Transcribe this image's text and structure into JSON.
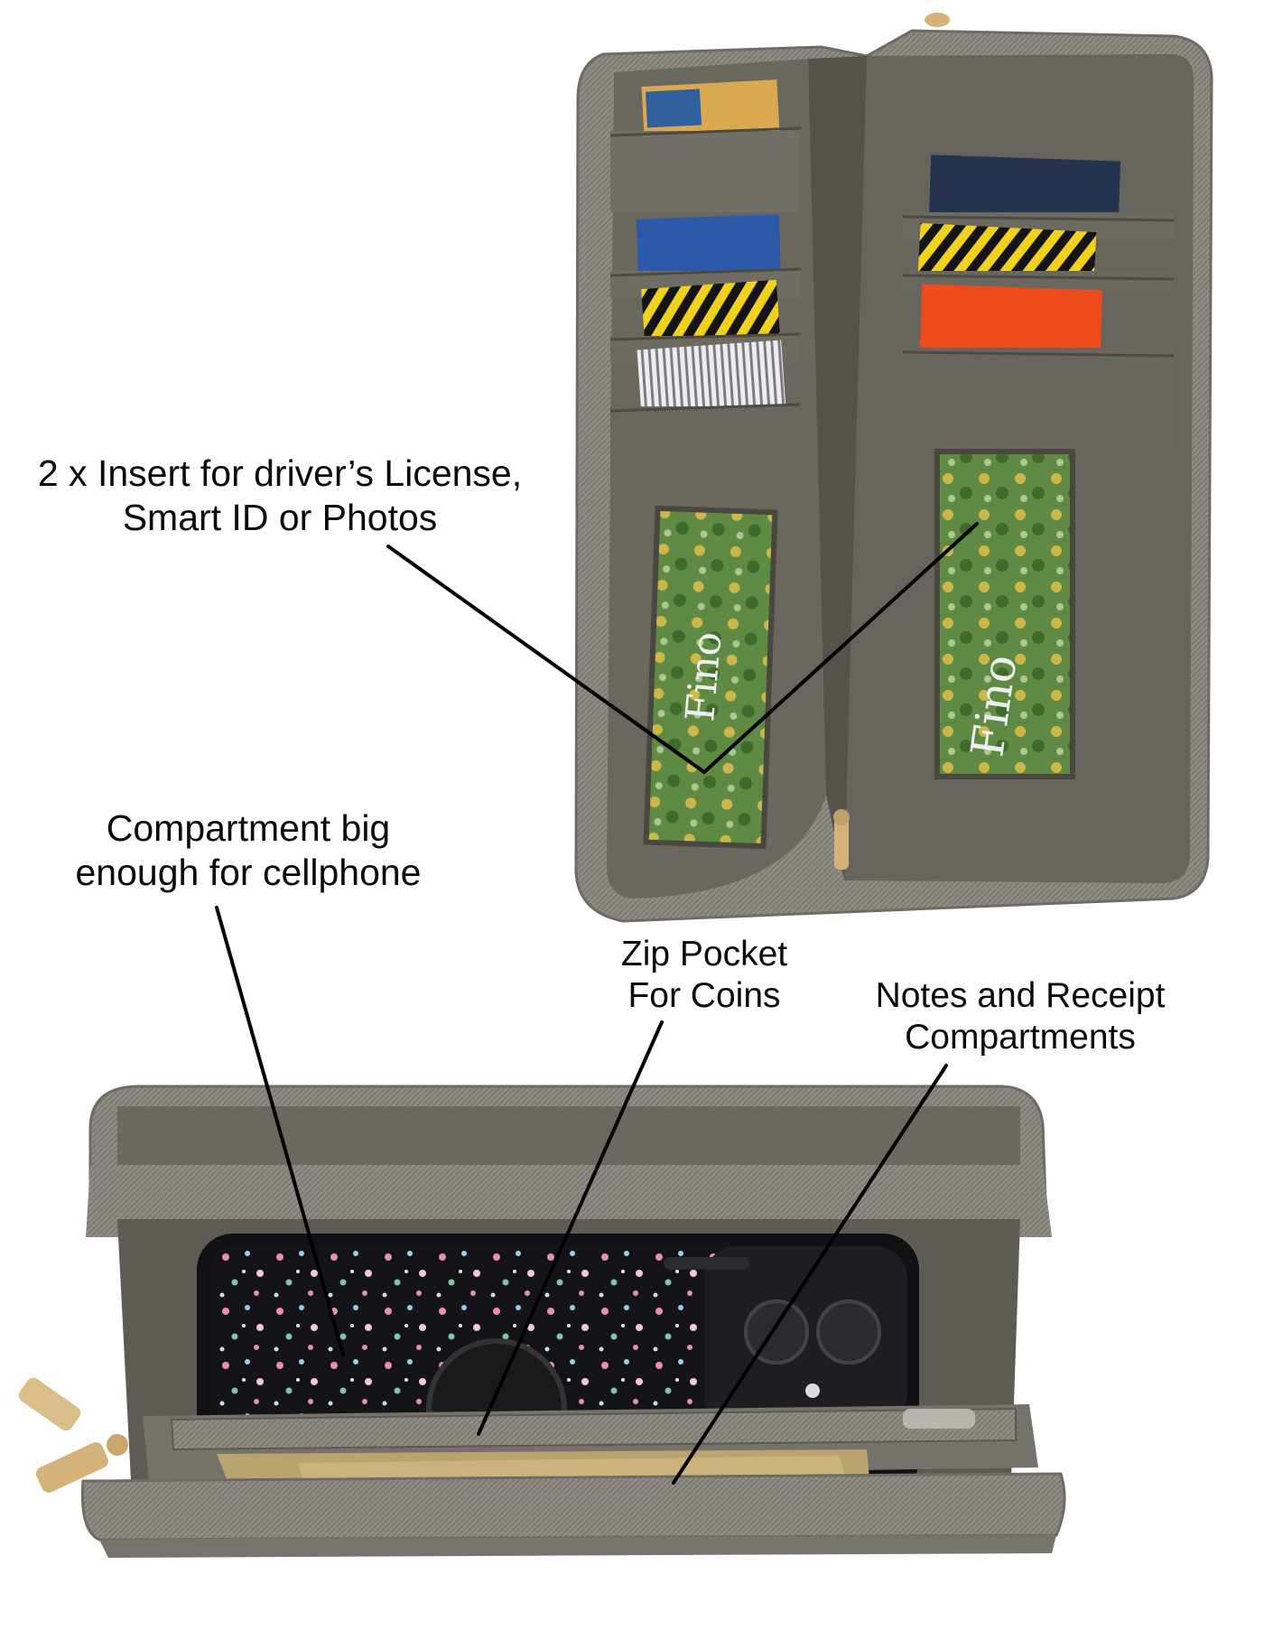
{
  "image": {
    "subject": "open zip-around wallet shown twice",
    "palette": {
      "background": "#ffffff",
      "leather": "#6d6a63",
      "lining": "#5f5c55",
      "zipper_tape": "#8a8781",
      "gold_hardware": "#d4b27a",
      "callout_line": "#000000",
      "label_text": "#0a0a0a"
    }
  },
  "callouts": {
    "insert": {
      "line1": "2 x Insert for driver’s License,",
      "line2": "Smart ID or Photos"
    },
    "phone": {
      "line1": "Compartment big",
      "line2": "enough for cellphone"
    },
    "zip": {
      "line1": "Zip Pocket",
      "line2": "For Coins"
    },
    "notes": {
      "line1": "Notes and Receipt",
      "line2": "Compartments"
    }
  }
}
